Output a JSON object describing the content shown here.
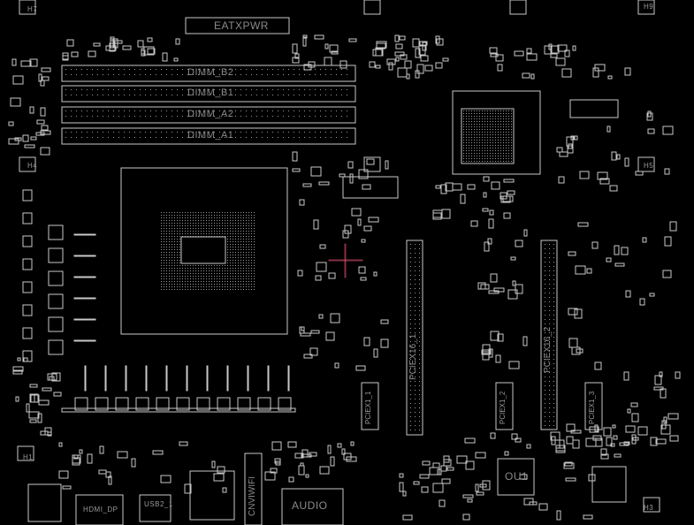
{
  "board": {
    "power_connector": "EATXPWR",
    "dimm_slots": [
      "DIMM_B2",
      "DIMM_B1",
      "DIMM_A2",
      "DIMM_A1"
    ],
    "pcie_x16": [
      "PCIEX16_1",
      "PCIEX16_2"
    ],
    "pcie_x1": [
      "PCIEX1_1",
      "PCIEX1_2",
      "PCIEX1_3"
    ],
    "wifi": "CNVIWIFI",
    "audio": "AUDIO",
    "audio_codec": "OU1",
    "hdmi": "HDMI_DP",
    "usb": "USB2_1",
    "mounting_holes": [
      "H7",
      "H4",
      "H9",
      "H5",
      "H1",
      "H3"
    ]
  },
  "colors": {
    "background": "#000000",
    "outline": "#c8c8c8",
    "label": "#8a8a8a",
    "cursor": "#e05070"
  }
}
